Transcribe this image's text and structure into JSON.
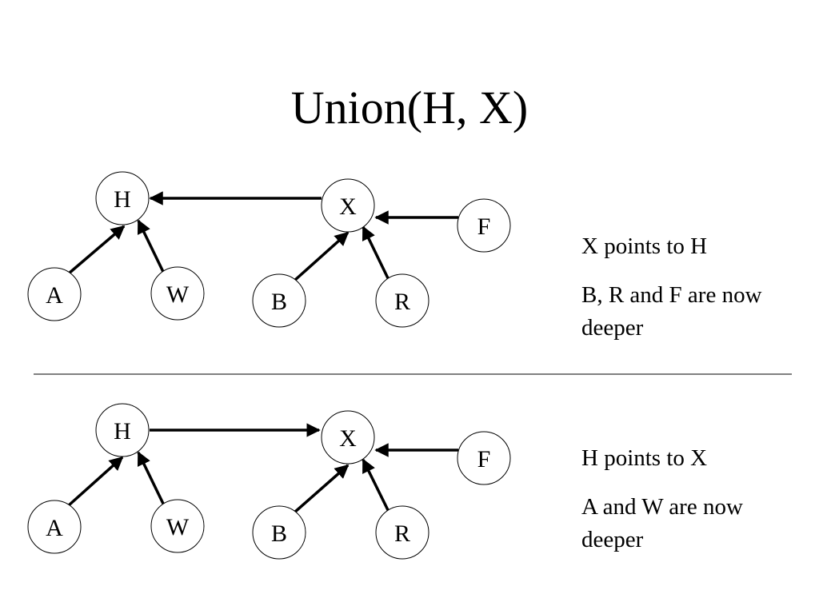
{
  "title": "Union(H, X)",
  "panels": [
    {
      "nodes": {
        "H": "H",
        "X": "X",
        "F": "F",
        "A": "A",
        "W": "W",
        "B": "B",
        "R": "R"
      },
      "caption_line1": "X points to H",
      "caption_line2": "B, R and F are now deeper",
      "edges": [
        {
          "from": "X",
          "to": "H"
        },
        {
          "from": "F",
          "to": "X"
        },
        {
          "from": "A",
          "to": "H"
        },
        {
          "from": "W",
          "to": "H"
        },
        {
          "from": "B",
          "to": "X"
        },
        {
          "from": "R",
          "to": "X"
        }
      ]
    },
    {
      "nodes": {
        "H": "H",
        "X": "X",
        "F": "F",
        "A": "A",
        "W": "W",
        "B": "B",
        "R": "R"
      },
      "caption_line1": "H points to X",
      "caption_line2": "A and W are now deeper",
      "edges": [
        {
          "from": "H",
          "to": "X"
        },
        {
          "from": "F",
          "to": "X"
        },
        {
          "from": "A",
          "to": "H"
        },
        {
          "from": "W",
          "to": "H"
        },
        {
          "from": "B",
          "to": "X"
        },
        {
          "from": "R",
          "to": "X"
        }
      ]
    }
  ]
}
